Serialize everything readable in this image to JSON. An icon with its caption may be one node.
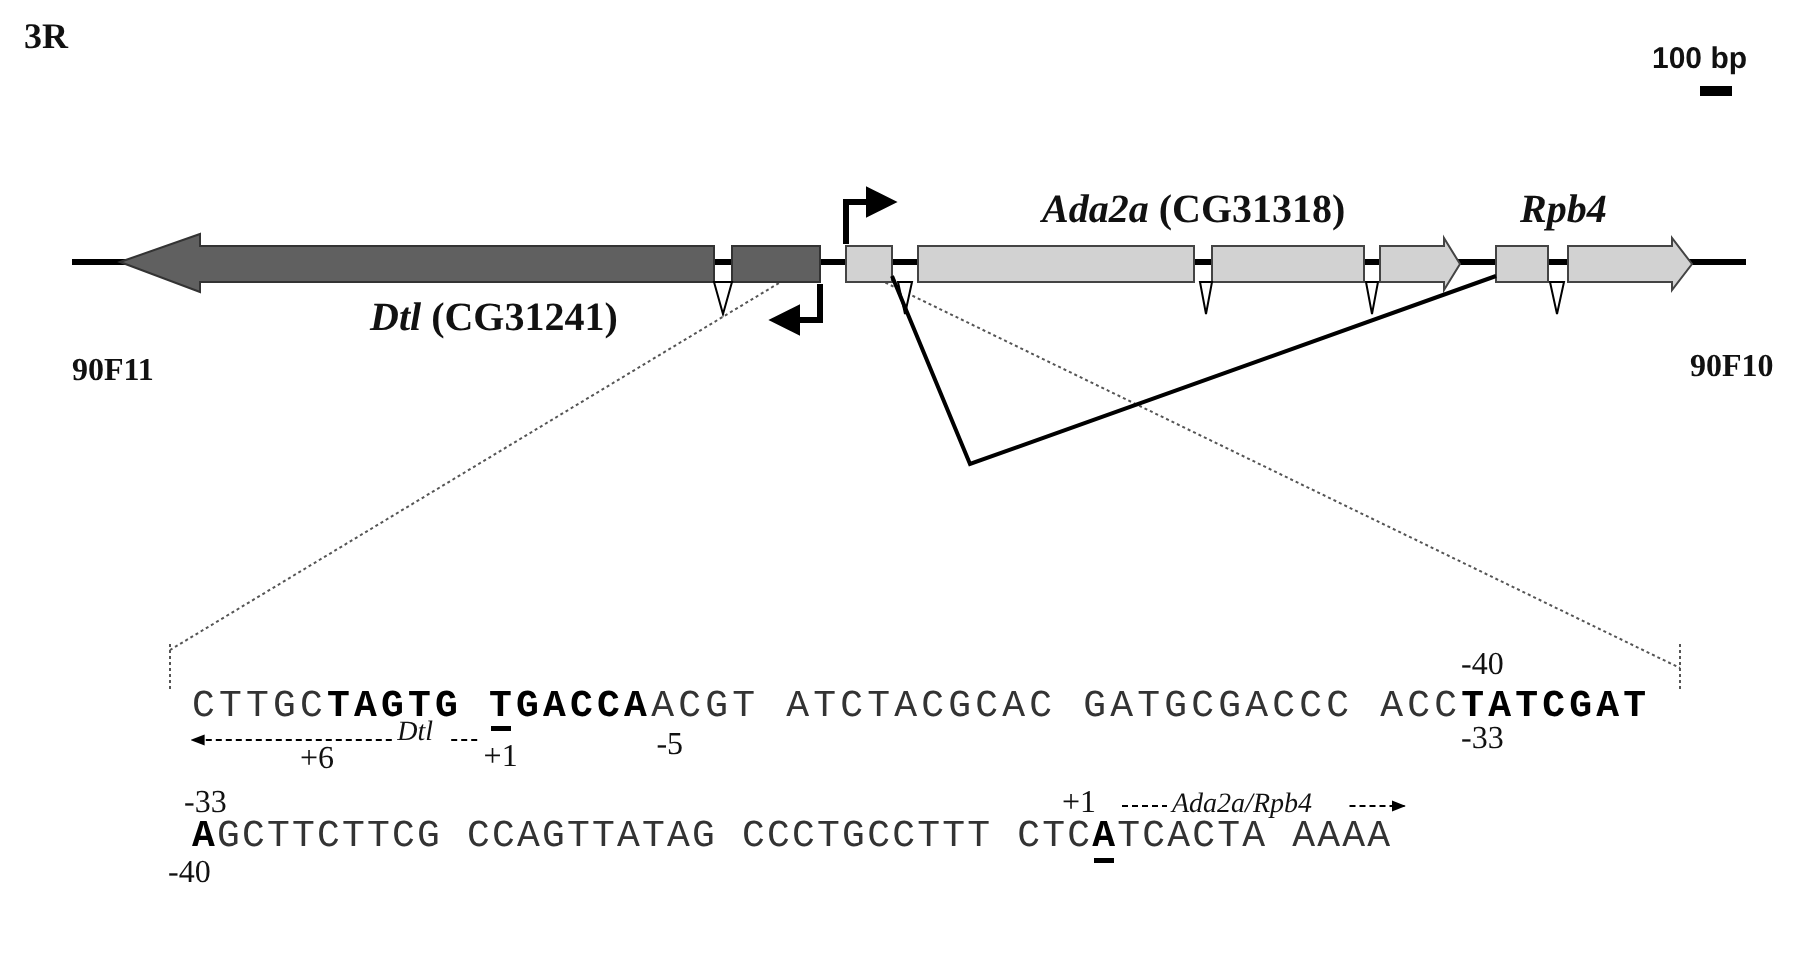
{
  "diagram": {
    "labels": [
      "3R",
      "100 bp",
      "*Ada2a* (CG31318)",
      "Rpb4",
      "*Dtl* (CG31241)",
      "90F11",
      "90F10",
      "-40",
      "CTTGC**TAGTG** **TGACCA**ACGT ATCTACGCAC GATGCGACCC ACC**TATCGAT**",
      "+6",
      "Dtl",
      "+1",
      "-5",
      "-33",
      "-33",
      "+1",
      "Ada2a/Rpb4",
      "**A**GCTTCTTCG CCAGTTATAG CCCTGCCTTT CTC**A**TCACTA AAAA",
      "-40"
    ]
  }
}
